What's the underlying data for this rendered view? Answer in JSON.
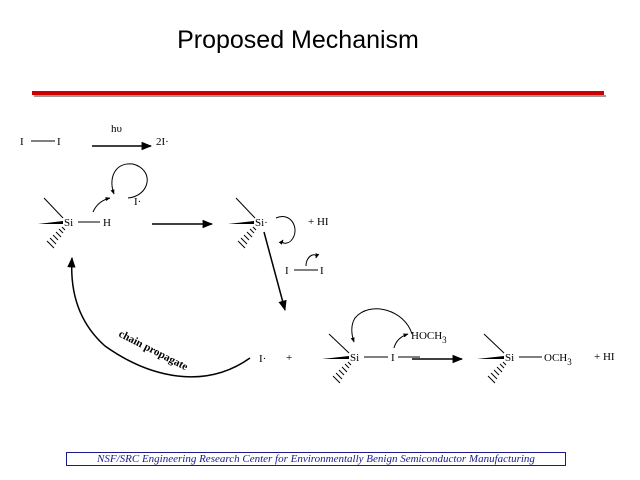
{
  "title": "Proposed Mechanism",
  "colors": {
    "rule": "#d00000",
    "footer_text": "#1a1a8c"
  },
  "step1": {
    "i_left": "I",
    "i_right": "I",
    "condition": "hυ",
    "product": "2I·"
  },
  "step2": {
    "si": "Si",
    "h": "H",
    "radical_i": "I·",
    "si_radical": "Si·",
    "plus_hi": "+ HI"
  },
  "step3": {
    "i_left": "I",
    "i_right": "I"
  },
  "step4": {
    "i_radical": "I·",
    "plus": "+",
    "si": "Si",
    "i": "I",
    "methanol_prefix": "HOCH",
    "methanol_sub": "3",
    "product_si": "Si",
    "product_group_prefix": "OCH",
    "product_group_sub": "3",
    "plus_hi": "+ HI"
  },
  "cycle_label": "chain propagate",
  "footer": "NSF/SRC Engineering Research Center for Environmentally Benign Semiconductor Manufacturing"
}
